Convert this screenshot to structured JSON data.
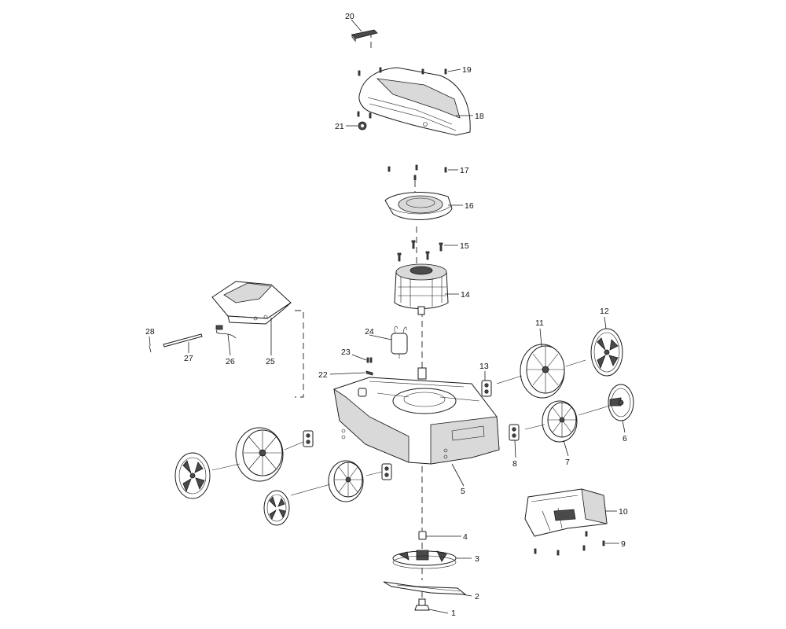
{
  "parts": [
    {
      "num": "1"
    },
    {
      "num": "2"
    },
    {
      "num": "3"
    },
    {
      "num": "4"
    },
    {
      "num": "5"
    },
    {
      "num": "6"
    },
    {
      "num": "7"
    },
    {
      "num": "8"
    },
    {
      "num": "9"
    },
    {
      "num": "10"
    },
    {
      "num": "11"
    },
    {
      "num": "12"
    },
    {
      "num": "13"
    },
    {
      "num": "14"
    },
    {
      "num": "15"
    },
    {
      "num": "16"
    },
    {
      "num": "17"
    },
    {
      "num": "18"
    },
    {
      "num": "19"
    },
    {
      "num": "20"
    },
    {
      "num": "21"
    },
    {
      "num": "22"
    },
    {
      "num": "23"
    },
    {
      "num": "24"
    },
    {
      "num": "25"
    },
    {
      "num": "26"
    },
    {
      "num": "27"
    },
    {
      "num": "28"
    }
  ]
}
